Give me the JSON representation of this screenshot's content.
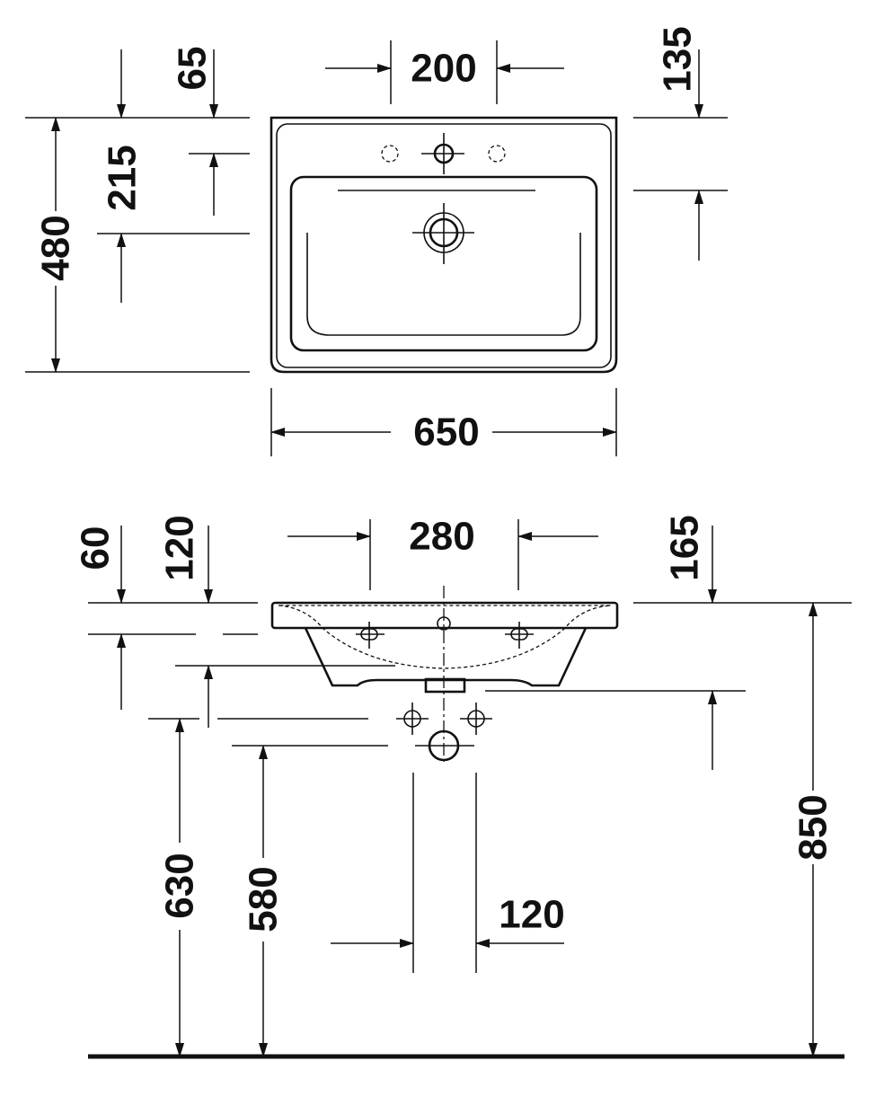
{
  "top_view": {
    "dims": {
      "d65": "65",
      "d200": "200",
      "d135": "135",
      "d215": "215",
      "d480": "480",
      "d650": "650"
    }
  },
  "side_view": {
    "dims": {
      "d60": "60",
      "d120_top": "120",
      "d280": "280",
      "d165": "165",
      "d850": "850",
      "d630": "630",
      "d580": "580",
      "d120_bottom": "120"
    }
  },
  "colors": {
    "line": "#111111",
    "background": "#ffffff"
  }
}
